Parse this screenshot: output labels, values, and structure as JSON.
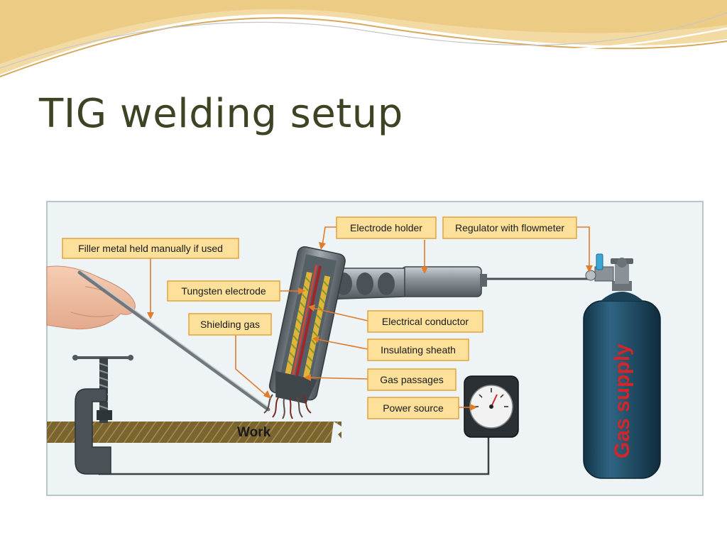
{
  "slide": {
    "title": "TIG welding setup"
  },
  "diagram": {
    "labels": {
      "filler_metal": "Filler metal held manually if used",
      "electrode_holder": "Electrode holder",
      "regulator": "Regulator with flowmeter",
      "tungsten_electrode": "Tungsten electrode",
      "shielding_gas": "Shielding gas",
      "electrical_conductor": "Electrical conductor",
      "insulating_sheath": "Insulating sheath",
      "gas_passages": "Gas passages",
      "power_source": "Power source",
      "work": "Work",
      "gas_supply": "Gas supply"
    },
    "colors": {
      "label_fill": "#fde19a",
      "label_border": "#e4a23a",
      "leader": "#e07c2a",
      "cylinder": "#1f4a63",
      "gas_text": "#d2262b",
      "work_piece": "#6f5a2a",
      "title": "#3d4424"
    }
  }
}
